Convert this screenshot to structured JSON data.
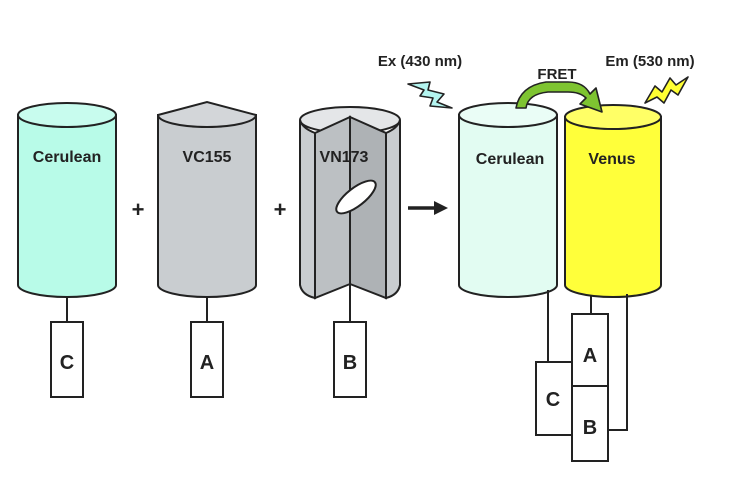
{
  "labels": {
    "cerulean_left": "Cerulean",
    "vc155": "VC155",
    "vn173": "VN173",
    "cerulean_right": "Cerulean",
    "venus": "Venus",
    "ex": "Ex (430 nm)",
    "em": "Em (530 nm)",
    "fret": "FRET",
    "plus": "+",
    "box_c_left": "C",
    "box_a_left": "A",
    "box_b_left": "B",
    "box_c_right": "C",
    "box_a_right": "A",
    "box_b_right": "B"
  },
  "colors": {
    "cerulean_fill": "#b8fbe8",
    "cerulean_light_fill": "#e2fcf2",
    "gray_fill": "#c9cdd0",
    "venus_fill": "#ffff3a",
    "lightning_cyan": "#b4f5f0",
    "lightning_yellow": "#ffff33",
    "fret_green": "#7ec431"
  },
  "icons": {
    "excitation": "lightning-bolt-icon",
    "emission": "lightning-bolt-icon",
    "reaction_arrow": "right-arrow-icon",
    "fret_arrow": "curved-arrow-icon"
  }
}
